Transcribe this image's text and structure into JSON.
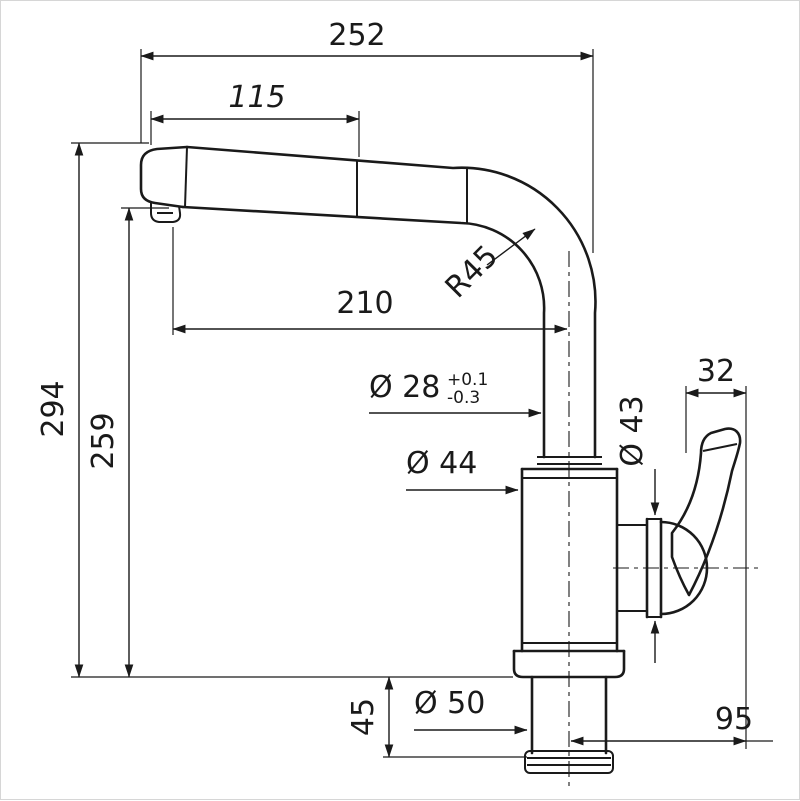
{
  "meta": {
    "drawing": "kitchen-faucet-dimension-drawing",
    "background": "#ffffff",
    "line_color": "#1a1a1a",
    "border_color": "#d6d6d6"
  },
  "dims": {
    "total_width": "252",
    "spray_head_length": "115",
    "spout_reach": "210",
    "bend_radius": "R45",
    "total_height": "294",
    "spout_height": "259",
    "pipe_diameter": "Ø 28",
    "pipe_tol_plus": "+0.1",
    "pipe_tol_minus": "-0.3",
    "body_diameter": "Ø 44",
    "handle_joint_diameter": "Ø 43",
    "handle_top_width": "32",
    "base_diameter": "Ø 50",
    "shank_height": "45",
    "handle_reach": "95"
  }
}
